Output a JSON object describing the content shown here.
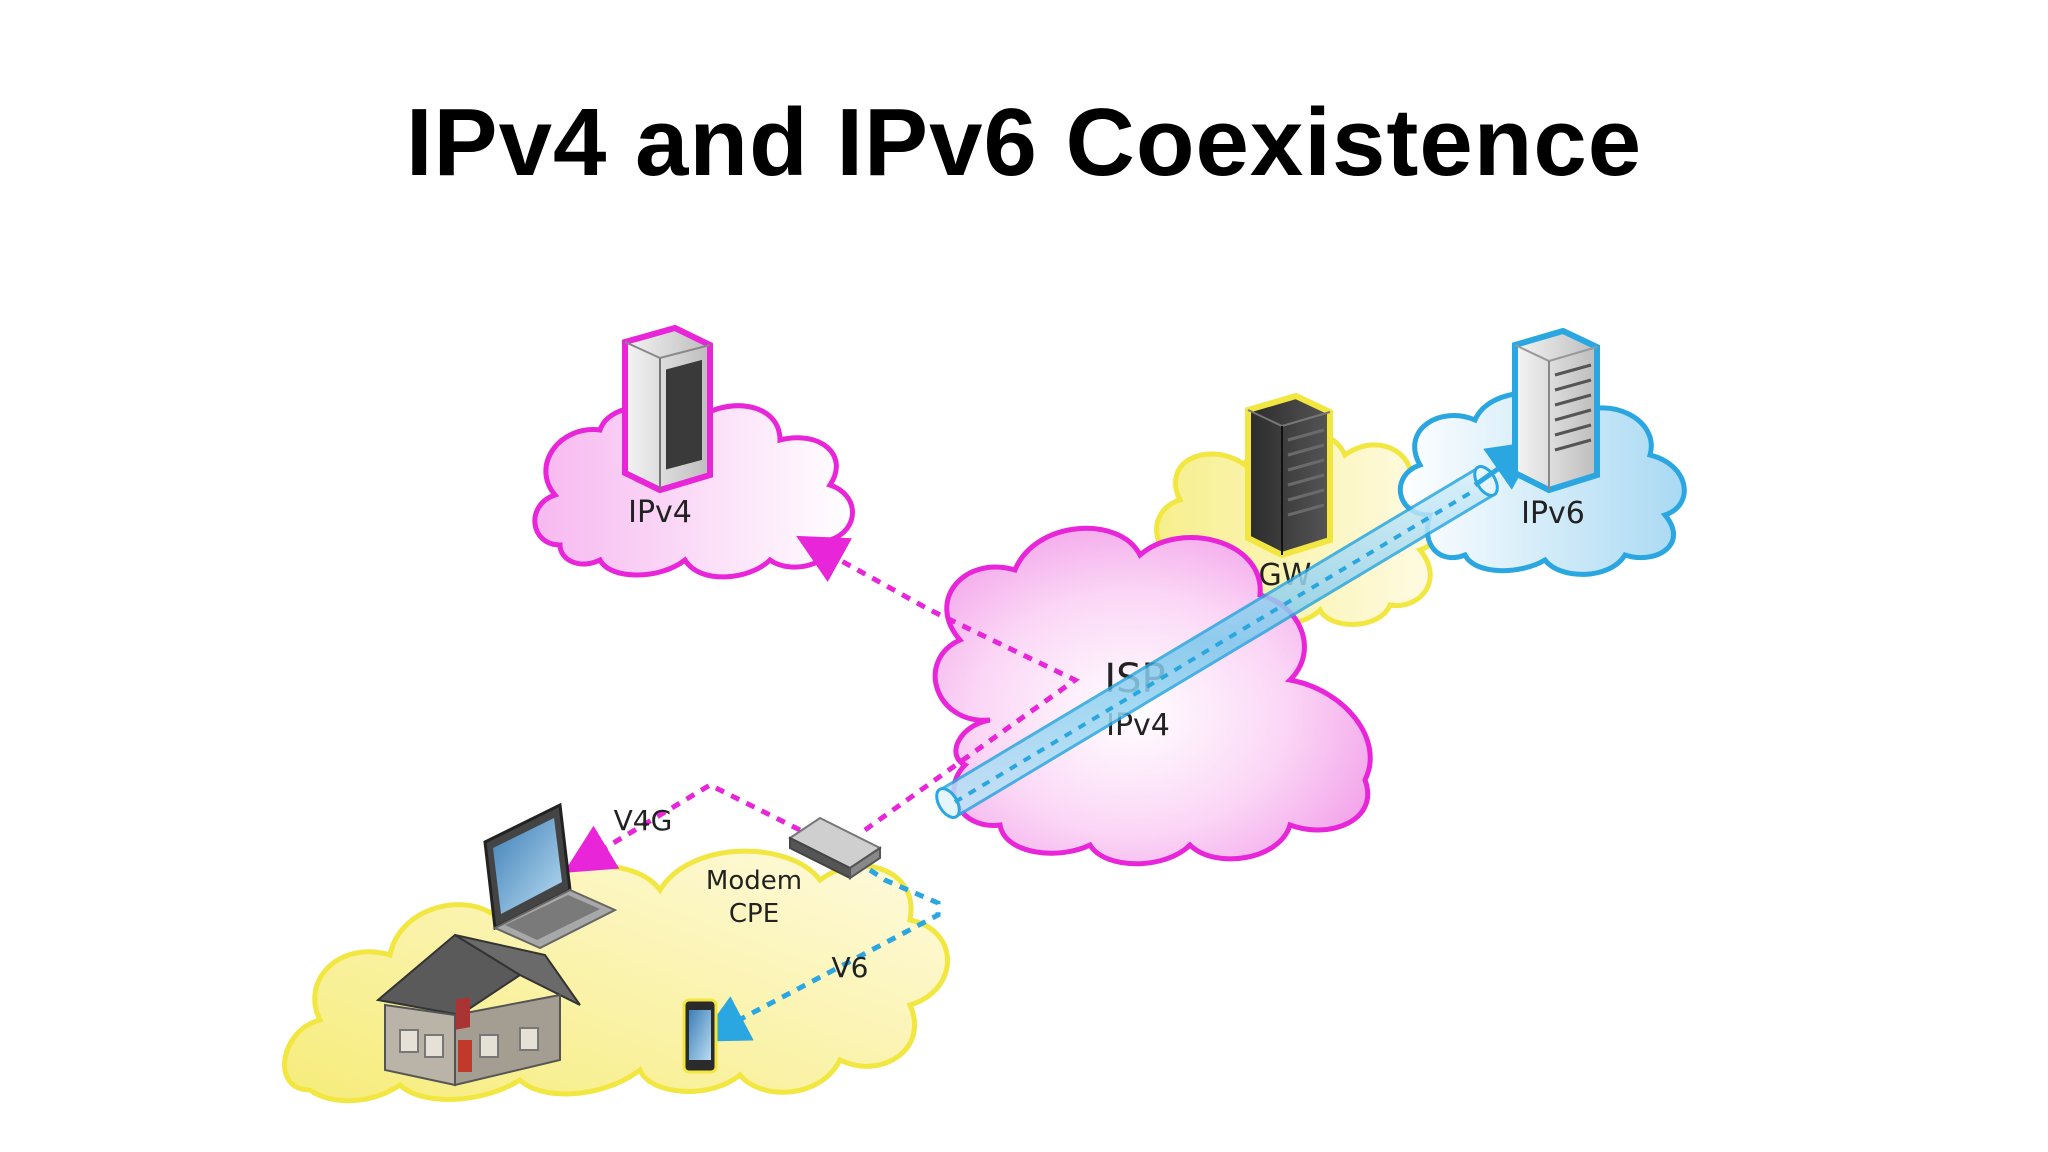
{
  "title": "IPv4 and IPv6 Coexistence",
  "colors": {
    "ipv4": "#e825d8",
    "ipv6": "#2aa7e0",
    "gateway": "#f2e640",
    "home": "#f2e640",
    "isp": "#e825d8"
  },
  "clouds": {
    "ipv4": "IPv4",
    "ipv6": "IPv6",
    "gateway": "GW",
    "isp": "ISP",
    "isp_sub": "IPv4"
  },
  "home": {
    "modem_line1": "Modem",
    "modem_line2": "CPE",
    "v4g": "V4G",
    "v6": "V6"
  },
  "icons": [
    "server-icon",
    "laptop-icon",
    "house-icon",
    "smartphone-icon",
    "modem-icon"
  ]
}
